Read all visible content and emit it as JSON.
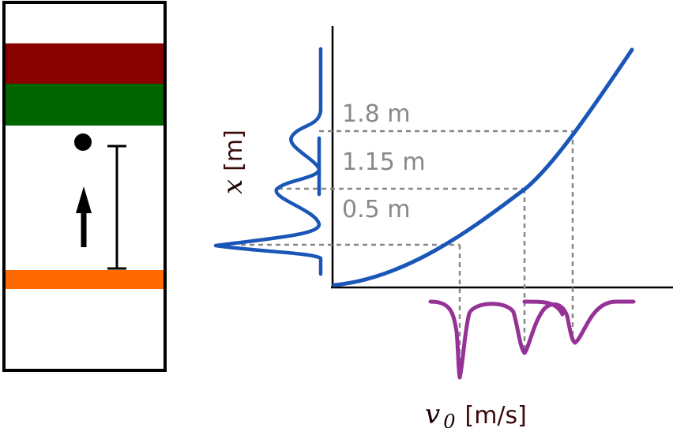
{
  "colors": {
    "band_top": "#880000",
    "band_middle": "#006400",
    "band_bottom": "#ff6a00",
    "curve": "#1a56b8",
    "velocity_dist": "#963296",
    "guide": "#888888"
  },
  "levels": [
    {
      "label": "1.8 m",
      "x": 1.8
    },
    {
      "label": "1.15 m",
      "x": 1.15
    },
    {
      "label": "0.5 m",
      "x": 0.5
    }
  ],
  "axes": {
    "x_label_var": "x",
    "x_label_unit": "[m]",
    "v_label_var": "v",
    "v_label_sub": "0",
    "v_label_unit": "[m/s]"
  }
}
